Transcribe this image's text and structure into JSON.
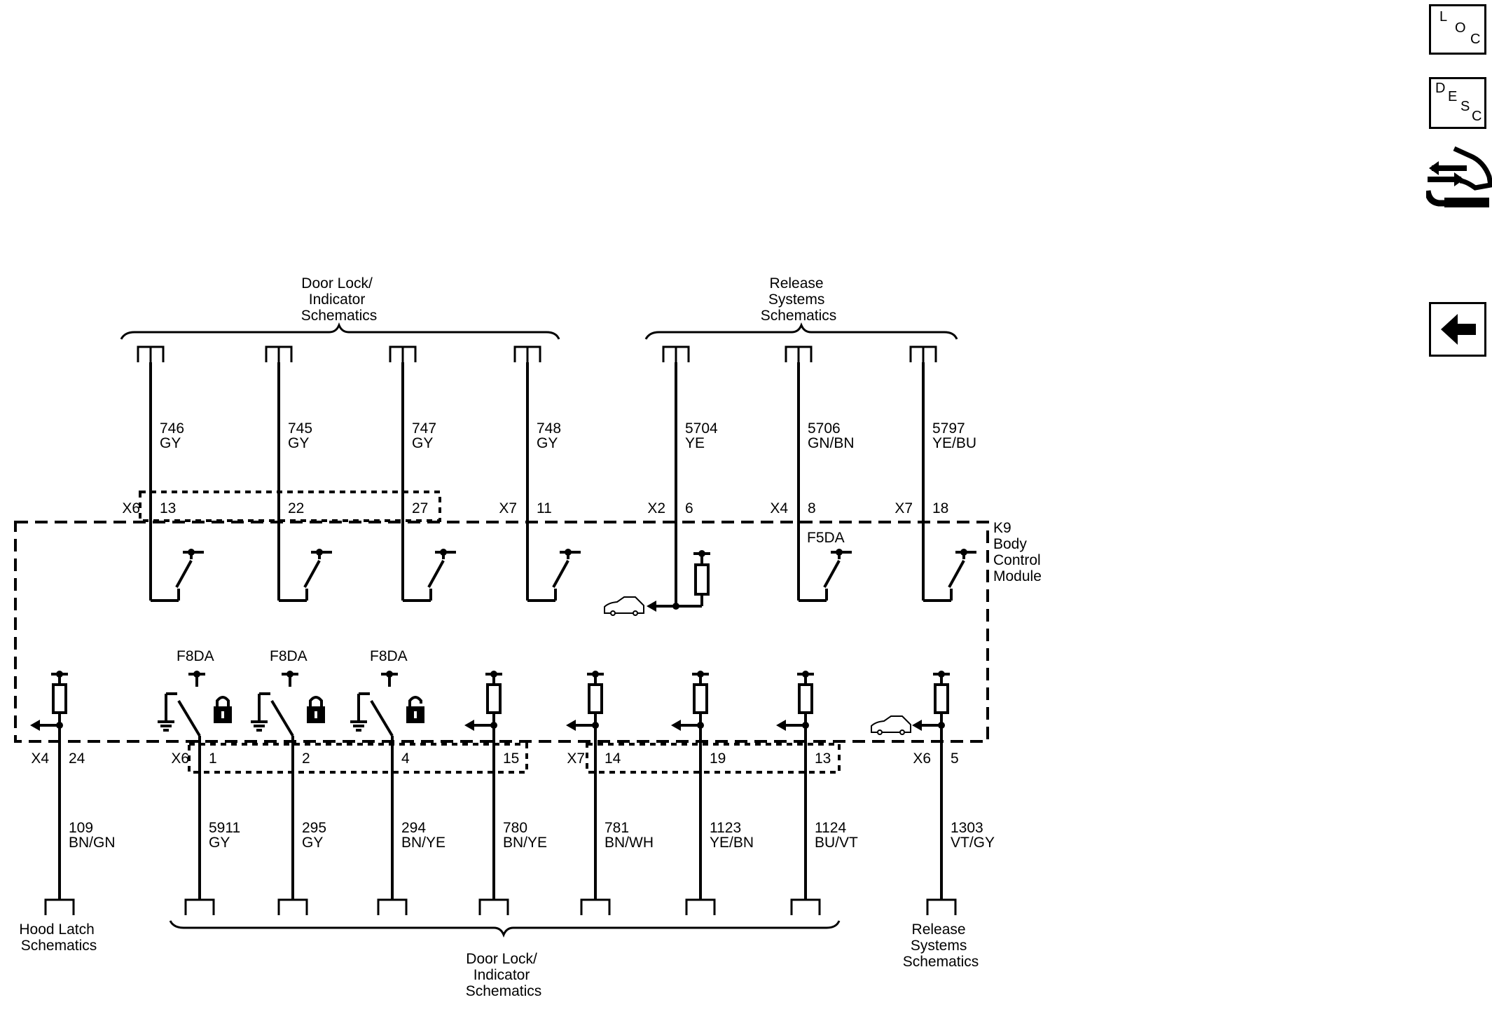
{
  "nav": {
    "loc": [
      "L",
      "O",
      "C"
    ],
    "desc": [
      "D",
      "E",
      "S",
      "C"
    ]
  },
  "groups": {
    "top_left": [
      "Door Lock/",
      "Indicator",
      "Schematics"
    ],
    "top_right": [
      "Release",
      "Systems",
      "Schematics"
    ],
    "bottom_hood": [
      "Hood Latch",
      "Schematics"
    ],
    "bottom_door": [
      "Door Lock/",
      "Indicator",
      "Schematics"
    ],
    "bottom_release": [
      "Release",
      "Systems",
      "Schematics"
    ]
  },
  "module": {
    "name": [
      "K9",
      "Body",
      "Control",
      "Module"
    ]
  },
  "top_circuits": [
    {
      "circuit": "746",
      "color": "GY",
      "connector": "X6",
      "pin": "13"
    },
    {
      "circuit": "745",
      "color": "GY",
      "connector": "",
      "pin": "22"
    },
    {
      "circuit": "747",
      "color": "GY",
      "connector": "",
      "pin": "27"
    },
    {
      "circuit": "748",
      "color": "GY",
      "connector": "X7",
      "pin": "11"
    },
    {
      "circuit": "5704",
      "color": "YE",
      "connector": "X2",
      "pin": "6"
    },
    {
      "circuit": "5706",
      "color": "GN/BN",
      "connector": "X4",
      "pin": "8"
    },
    {
      "circuit": "5797",
      "color": "YE/BU",
      "connector": "X7",
      "pin": "18"
    }
  ],
  "bottom_circuits": [
    {
      "circuit": "109",
      "color": "BN/GN",
      "connector": "X4",
      "pin": "24"
    },
    {
      "circuit": "5911",
      "color": "GY",
      "connector": "X6",
      "pin": "1"
    },
    {
      "circuit": "295",
      "color": "GY",
      "connector": "",
      "pin": "2"
    },
    {
      "circuit": "294",
      "color": "BN/YE",
      "connector": "",
      "pin": "4"
    },
    {
      "circuit": "780",
      "color": "BN/YE",
      "connector": "",
      "pin": "15"
    },
    {
      "circuit": "781",
      "color": "BN/WH",
      "connector": "X7",
      "pin": "14"
    },
    {
      "circuit": "1123",
      "color": "YE/BN",
      "connector": "",
      "pin": "19"
    },
    {
      "circuit": "1124",
      "color": "BU/VT",
      "connector": "",
      "pin": "13"
    },
    {
      "circuit": "1303",
      "color": "VT/GY",
      "connector": "X6",
      "pin": "5"
    }
  ],
  "fuse_labels": {
    "f5da": "F5DA",
    "f8da": [
      "F8DA",
      "F8DA",
      "F8DA"
    ]
  }
}
